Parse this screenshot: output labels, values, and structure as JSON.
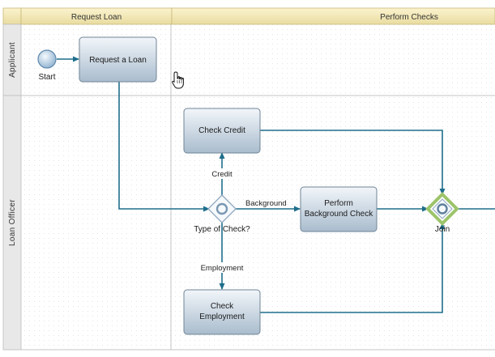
{
  "phases": [
    {
      "label": "Request Loan"
    },
    {
      "label": "Perform Checks"
    }
  ],
  "lanes": [
    {
      "label": "Applicant"
    },
    {
      "label": "Loan Officer"
    }
  ],
  "nodes": {
    "start": {
      "label": "Start"
    },
    "request_loan": {
      "lines": [
        "Request a Loan"
      ]
    },
    "check_credit": {
      "lines": [
        "Check Credit"
      ]
    },
    "type_of_check": {
      "label": "Type of Check?"
    },
    "background_check": {
      "lines": [
        "Perform",
        "Background Check"
      ]
    },
    "check_employment": {
      "lines": [
        "Check",
        "Employment"
      ]
    },
    "join": {
      "label": "Join"
    }
  },
  "edges": {
    "credit": "Credit",
    "background": "Background",
    "employment": "Employment"
  },
  "colors": {
    "flow": "#1f6e8c",
    "task_top": "#f2f6fa",
    "task_bottom": "#a9bccd",
    "join_diamond": "#9cc46a",
    "header": "#f3e7b4"
  },
  "cursor": {
    "icon": "hand-pointer-icon"
  }
}
